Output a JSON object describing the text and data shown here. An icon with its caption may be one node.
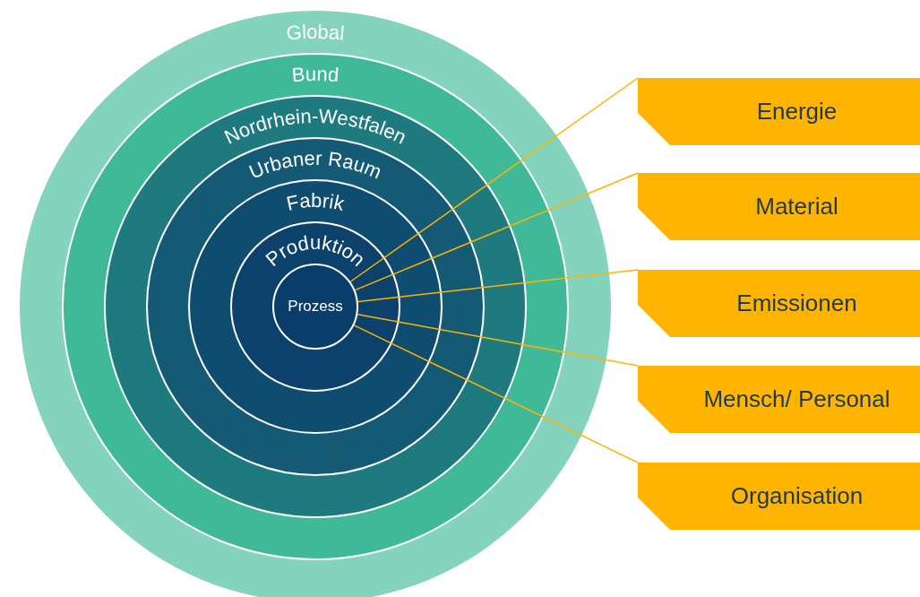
{
  "diagram": {
    "nodes": [
      {
        "text": [
          "Global"
        ]
      },
      {
        "text": [
          "Bund"
        ],
        "in": 0
      },
      {
        "text": [
          "Nordrhein-Westfalen"
        ],
        "in": 1
      },
      {
        "text": [
          "Urbaner Raum"
        ],
        "in": 2
      },
      {
        "text": [
          "Fabrik"
        ],
        "in": 3
      },
      {
        "text": [
          "Produktion"
        ],
        "in": 4
      },
      {
        "text": [
          "Prozess"
        ],
        "in": 5
      },
      {
        "text": [
          "Energie"
        ]
      },
      {
        "text": [
          "Material"
        ]
      },
      {
        "text": [
          "Emissionen"
        ]
      },
      {
        "text": [
          "Mensch/ Personal"
        ]
      },
      {
        "text": [
          "Organisation"
        ]
      }
    ],
    "edges": [
      {
        "from": 6,
        "to": 7,
        "arrow": "none"
      },
      {
        "from": 6,
        "to": 8,
        "arrow": "none"
      },
      {
        "from": 6,
        "to": 9,
        "arrow": "none"
      },
      {
        "from": 6,
        "to": 10,
        "arrow": "none"
      },
      {
        "from": 6,
        "to": 11,
        "arrow": "none"
      }
    ]
  }
}
